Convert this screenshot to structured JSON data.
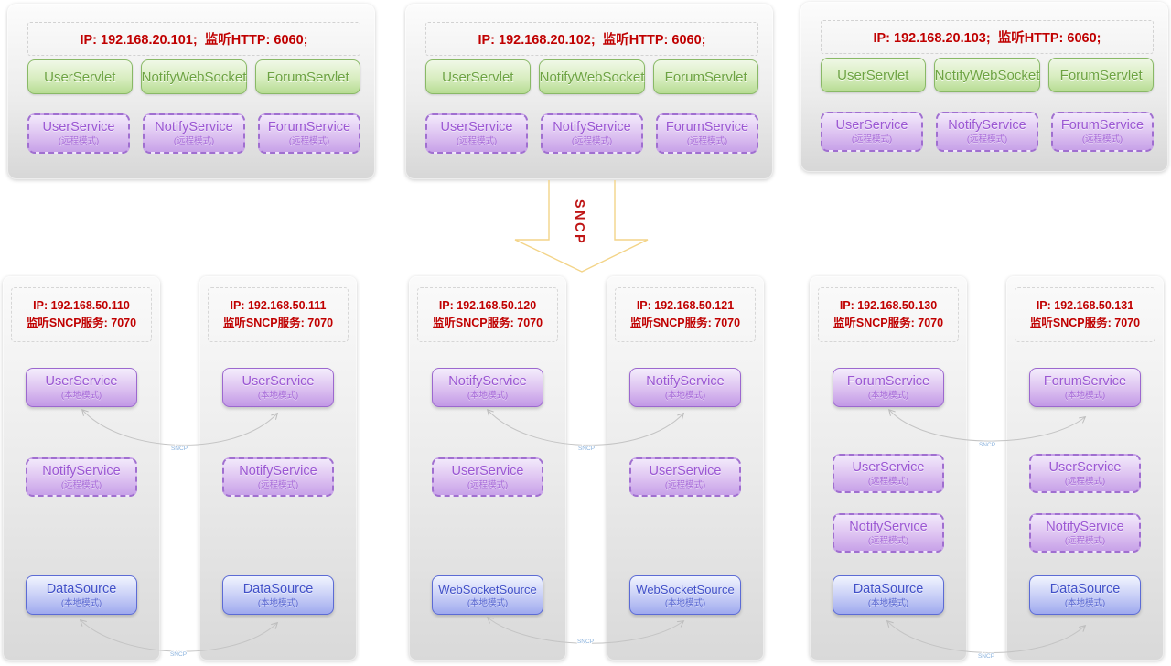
{
  "web_servers": [
    {
      "ip_info": "IP: 192.168.20.101;  监听HTTP: 6060;",
      "servlets": [
        "UserServlet",
        "NotifyWebSocket",
        "ForumServlet"
      ],
      "services": [
        {
          "name": "UserService",
          "mode": "(远程模式)"
        },
        {
          "name": "NotifyService",
          "mode": "(远程模式)"
        },
        {
          "name": "ForumService",
          "mode": "(远程模式)"
        }
      ]
    },
    {
      "ip_info": "IP: 192.168.20.102;  监听HTTP: 6060;",
      "servlets": [
        "UserServlet",
        "NotifyWebSocket",
        "ForumServlet"
      ],
      "services": [
        {
          "name": "UserService",
          "mode": "(远程模式)"
        },
        {
          "name": "NotifyService",
          "mode": "(远程模式)"
        },
        {
          "name": "ForumService",
          "mode": "(远程模式)"
        }
      ]
    },
    {
      "ip_info": "IP: 192.168.20.103;  监听HTTP: 6060;",
      "servlets": [
        "UserServlet",
        "NotifyWebSocket",
        "ForumServlet"
      ],
      "services": [
        {
          "name": "UserService",
          "mode": "(远程模式)"
        },
        {
          "name": "NotifyService",
          "mode": "(远程模式)"
        },
        {
          "name": "ForumService",
          "mode": "(远程模式)"
        }
      ]
    }
  ],
  "arrow": {
    "label": "SNCP"
  },
  "service_nodes": [
    {
      "ip_line1": "IP: 192.168.50.110",
      "ip_line2": "监听SNCP服务: 7070",
      "services": [
        {
          "name": "UserService",
          "mode": "(本地模式)",
          "style": "solid-purple"
        },
        {
          "name": "NotifyService",
          "mode": "(远程模式)",
          "style": "dashed-purple"
        },
        {
          "name": "DataSource",
          "mode": "(本地模式)",
          "style": "solid-blue"
        }
      ]
    },
    {
      "ip_line1": "IP: 192.168.50.111",
      "ip_line2": "监听SNCP服务: 7070",
      "services": [
        {
          "name": "UserService",
          "mode": "(本地模式)",
          "style": "solid-purple"
        },
        {
          "name": "NotifyService",
          "mode": "(远程模式)",
          "style": "dashed-purple"
        },
        {
          "name": "DataSource",
          "mode": "(本地模式)",
          "style": "solid-blue"
        }
      ]
    },
    {
      "ip_line1": "IP: 192.168.50.120",
      "ip_line2": "监听SNCP服务: 7070",
      "services": [
        {
          "name": "NotifyService",
          "mode": "(本地模式)",
          "style": "solid-purple"
        },
        {
          "name": "UserService",
          "mode": "(远程模式)",
          "style": "dashed-purple"
        },
        {
          "name": "WebSocketSource",
          "mode": "(本地模式)",
          "style": "solid-blue"
        }
      ]
    },
    {
      "ip_line1": "IP: 192.168.50.121",
      "ip_line2": "监听SNCP服务: 7070",
      "services": [
        {
          "name": "NotifyService",
          "mode": "(本地模式)",
          "style": "solid-purple"
        },
        {
          "name": "UserService",
          "mode": "(远程模式)",
          "style": "dashed-purple"
        },
        {
          "name": "WebSocketSource",
          "mode": "(本地模式)",
          "style": "solid-blue"
        }
      ]
    },
    {
      "ip_line1": "IP: 192.168.50.130",
      "ip_line2": "监听SNCP服务: 7070",
      "services": [
        {
          "name": "ForumService",
          "mode": "(本地模式)",
          "style": "solid-purple"
        },
        {
          "name": "UserService",
          "mode": "(远程模式)",
          "style": "dashed-purple"
        },
        {
          "name": "NotifyService",
          "mode": "(远程模式)",
          "style": "dashed-purple"
        },
        {
          "name": "DataSource",
          "mode": "(本地模式)",
          "style": "solid-blue"
        }
      ]
    },
    {
      "ip_line1": "IP: 192.168.50.131",
      "ip_line2": "监听SNCP服务: 7070",
      "services": [
        {
          "name": "ForumService",
          "mode": "(本地模式)",
          "style": "solid-purple"
        },
        {
          "name": "UserService",
          "mode": "(远程模式)",
          "style": "dashed-purple"
        },
        {
          "name": "NotifyService",
          "mode": "(远程模式)",
          "style": "dashed-purple"
        },
        {
          "name": "DataSource",
          "mode": "(本地模式)",
          "style": "solid-blue"
        }
      ]
    }
  ],
  "connectors": [
    {
      "label": "SNCP"
    },
    {
      "label": "SNCP"
    },
    {
      "label": "SNCP"
    },
    {
      "label": "SNCP"
    },
    {
      "label": "SNCP"
    },
    {
      "label": "SNCP"
    }
  ],
  "colors": {
    "red_text": "#c00000",
    "green_border": "#89b966",
    "green_text": "#6da342",
    "purple_border": "#9c68cf",
    "purple_text": "#9b57d3",
    "blue_border": "#5c6bd5",
    "blue_text": "#4150c8",
    "arrow_outline": "#f3d488",
    "connector_line": "#c4c4c4",
    "connector_label": "#8ab2dd"
  }
}
